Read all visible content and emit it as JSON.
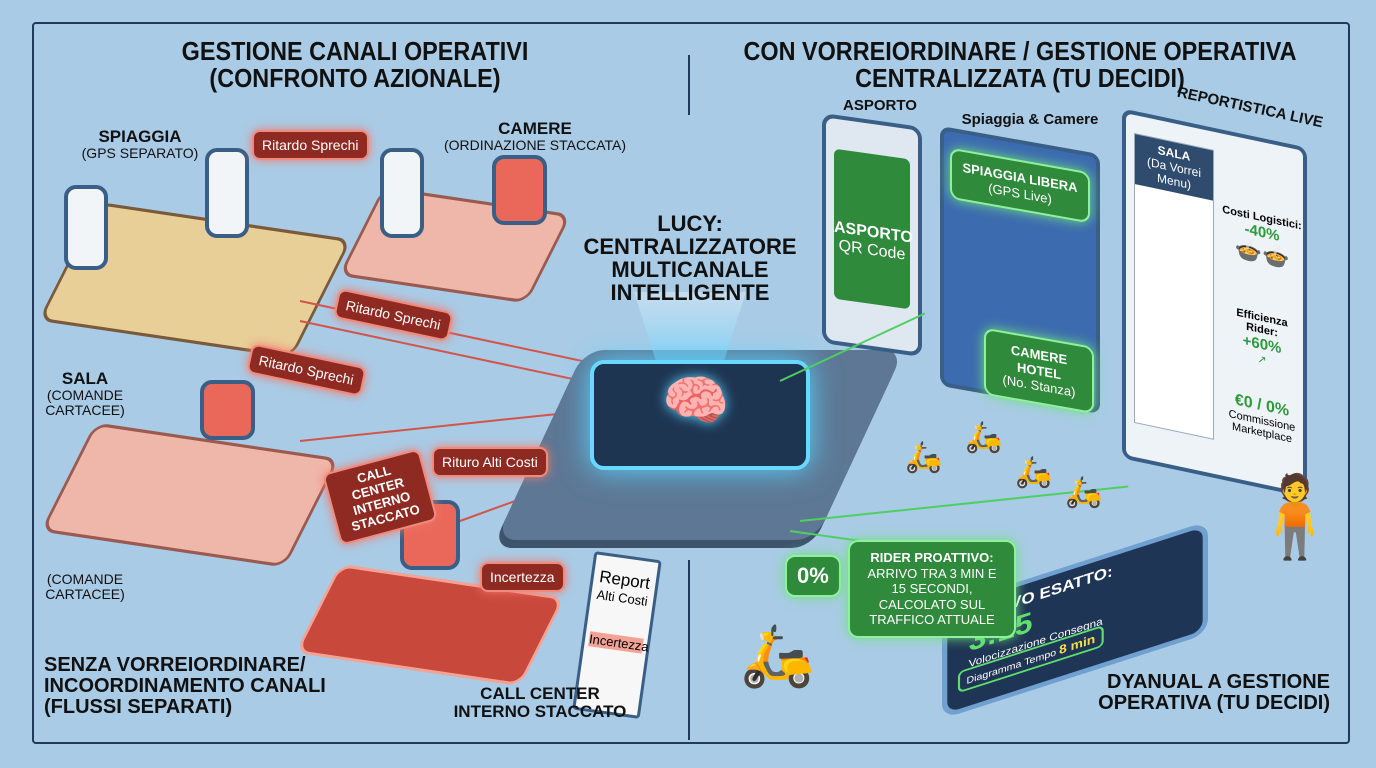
{
  "left": {
    "title": "GESTIONE CANALI OPERATIVI (CONFRONTO AZIONALE)",
    "spiaggia": {
      "title": "SPIAGGIA",
      "sub": "(GPS SEPARATO)"
    },
    "camere": {
      "title": "CAMERE",
      "sub": "(ORDINAZIONE STACCATA)"
    },
    "sala": {
      "title": "SALA",
      "sub": "(COMANDE CARTACEE)"
    },
    "sala_note": "(COMANDE CARTACEE)",
    "bubbles": [
      "Ritardo Sprechi",
      "Ritardo Sprechi",
      "Ritardo Sprechi",
      "CALL CENTER INTERNO STACCATO",
      "Rituro Alti Costi",
      "Incertezza"
    ],
    "report": {
      "title": "Report",
      "line": "Alti Costi",
      "tag": "Incertezza"
    },
    "call_center": "CALL CENTER INTERNO STACCATO",
    "footer": "SENZA VORREIORDINARE/ INCOORDINAMENTO CANALI (FLUSSI SEPARATI)"
  },
  "center": {
    "title": "LUCY: CENTRALIZZATORE MULTICANALE INTELLIGENTE",
    "icon": "brain-icon",
    "glow": "#5ad2ff"
  },
  "right": {
    "title": "CON VORREIORDINARE / GESTIONE OPERATIVA CENTRALIZZATA (TU DECIDI)",
    "asporto": {
      "label": "ASPORTO",
      "screen_title": "ASPORTO",
      "screen_sub": "QR Code"
    },
    "map": {
      "label": "Spiaggia & Camere",
      "spiaggia": "SPIAGGIA LIBERA",
      "spiaggia_sub": "(GPS Live)",
      "camere": "CAMERE HOTEL",
      "camere_sub": "(No. Stanza)"
    },
    "report": {
      "label": "REPORTISTICA LIVE",
      "sala": "SALA",
      "sala_sub": "(Da Vorrei Menu)",
      "kpis": [
        {
          "label": "Costi Logistici:",
          "value": "-40%"
        },
        {
          "label": "Efficienza Rider:",
          "value": "+60%"
        },
        {
          "label": "Commissione Marketplace",
          "value": "€0 / 0%"
        }
      ]
    },
    "zero_badge": "0%",
    "rider_bubble": {
      "title": "RIDER PROATTIVO:",
      "text": "ARRIVO TRA 3 MIN E 15 SECONDI, CALCOLATO SUL TRAFFICO ATTUALE"
    },
    "phone": {
      "title": "ARRIVO ESATTO:",
      "time": "3:15",
      "sub": "Volocizzazione Consegna",
      "box_label": "Diagramma Tempo",
      "box_value": "8 min"
    },
    "footer": "DYANUAL A GESTIONE OPERATIVA (TU DECIDI)"
  },
  "colors": {
    "background": "#a9cbe6",
    "problem": "#d3554a",
    "solution": "#4fcf62",
    "dark": "#223a5a"
  }
}
